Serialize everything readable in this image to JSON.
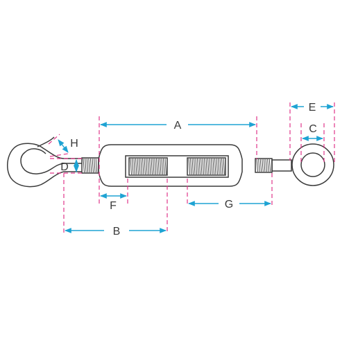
{
  "diagram": {
    "labels": {
      "A": "A",
      "B": "B",
      "C": "C",
      "D": "D",
      "E": "E",
      "F": "F",
      "G": "G",
      "H": "H"
    },
    "colors": {
      "outline": "#3a3a3a",
      "dimension_arrow": "#1ea3d3",
      "guide_line": "#e0358a"
    }
  }
}
